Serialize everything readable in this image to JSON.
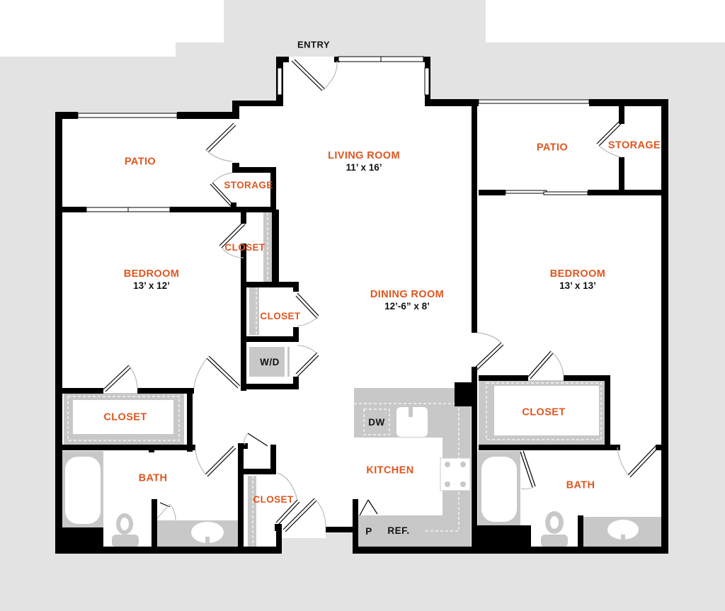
{
  "floorplan": {
    "colors": {
      "wall": "#000000",
      "exterior": "#e3e3e3",
      "fixture": "#c8c8c8",
      "room_label": "#e0561f",
      "dimension_text": "#111111",
      "floor": "#ffffff"
    },
    "entry_label": "ENTRY",
    "rooms": {
      "living_room": {
        "name": "LIVING ROOM",
        "dimensions": "11’ x  16’"
      },
      "dining_room": {
        "name": "DINING ROOM",
        "dimensions": "12’-6” x 8’"
      },
      "kitchen": {
        "name": "KITCHEN"
      },
      "patio_left": {
        "name": "PATIO"
      },
      "storage_left": {
        "name": "STORAGE"
      },
      "patio_right": {
        "name": "PATIO"
      },
      "storage_right": {
        "name": "STORAGE"
      },
      "bedroom_left": {
        "name": "BEDROOM",
        "dimensions": "13’ x 12’"
      },
      "bedroom_right": {
        "name": "BEDROOM",
        "dimensions": "13’ x 13’"
      },
      "closet_left_upper": {
        "name": "CLOSET"
      },
      "closet_center": {
        "name": "CLOSET"
      },
      "closet_left_walkin": {
        "name": "CLOSET"
      },
      "closet_hall": {
        "name": "CLOSET"
      },
      "closet_right_walkin": {
        "name": "CLOSET"
      },
      "bath_left": {
        "name": "BATH"
      },
      "bath_right": {
        "name": "BATH"
      }
    },
    "fixtures": {
      "washer_dryer": "W/D",
      "dishwasher": "DW",
      "refrigerator": "REF.",
      "pantry": "P"
    }
  }
}
